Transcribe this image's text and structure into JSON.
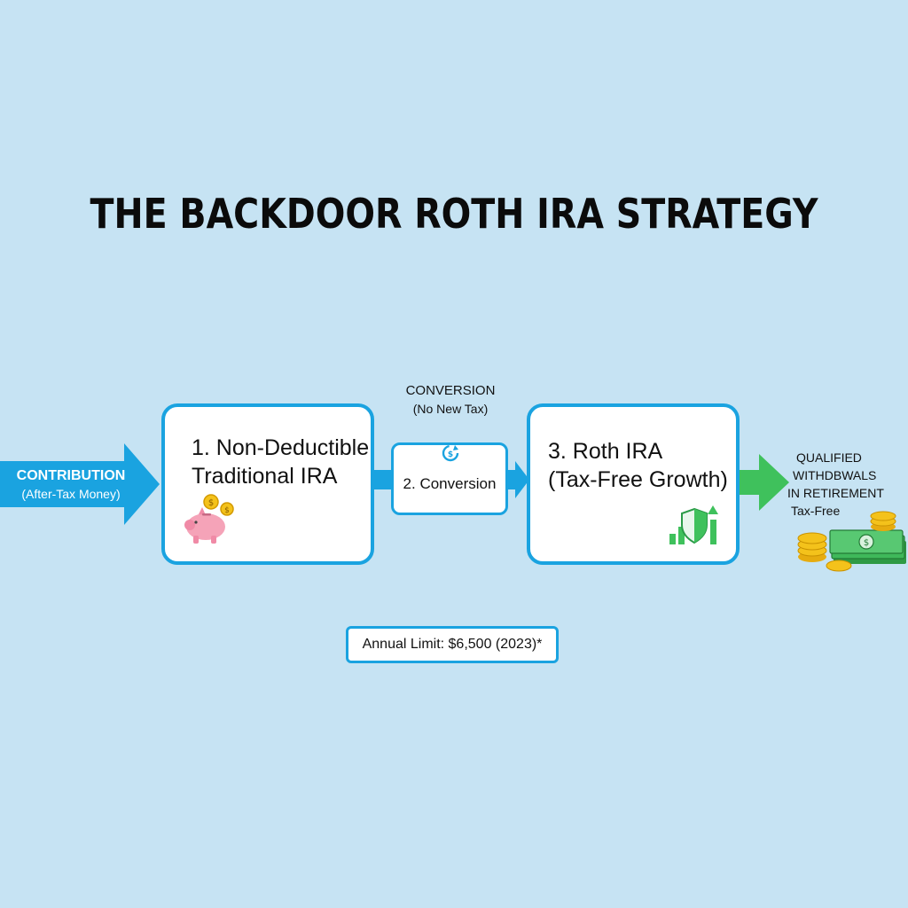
{
  "title": "THE BACKDOOR ROTH IRA STRATEGY",
  "entry": {
    "label": "CONTRIBUTION",
    "sublabel": "(After-Tax Money)"
  },
  "step1": {
    "line1": "1. Non-Deductible",
    "line2": "Traditional IRA",
    "icon": "piggy-bank-icon"
  },
  "conversion_note": {
    "line1": "CONVERSION",
    "line2": "(No New Tax)"
  },
  "step2": {
    "label": "2. Conversion",
    "icon": "cycle-icon"
  },
  "step3": {
    "line1": "3. Roth IRA",
    "line2": "(Tax-Free Growth)",
    "icon": "growth-shield-icon"
  },
  "exit": {
    "line1": "QUALIFIED",
    "line2": "WITHDBWALS",
    "line3": "IN RETIREMENT",
    "line4": "Tax-Free",
    "icon": "money-icon"
  },
  "limit": {
    "label": "Annual Limit: $6,500 (2023)*"
  },
  "colors": {
    "background": "#c6e3f3",
    "accent_blue": "#1aa3e0",
    "accent_green": "#3fc15c",
    "box_fill": "#ffffff"
  }
}
